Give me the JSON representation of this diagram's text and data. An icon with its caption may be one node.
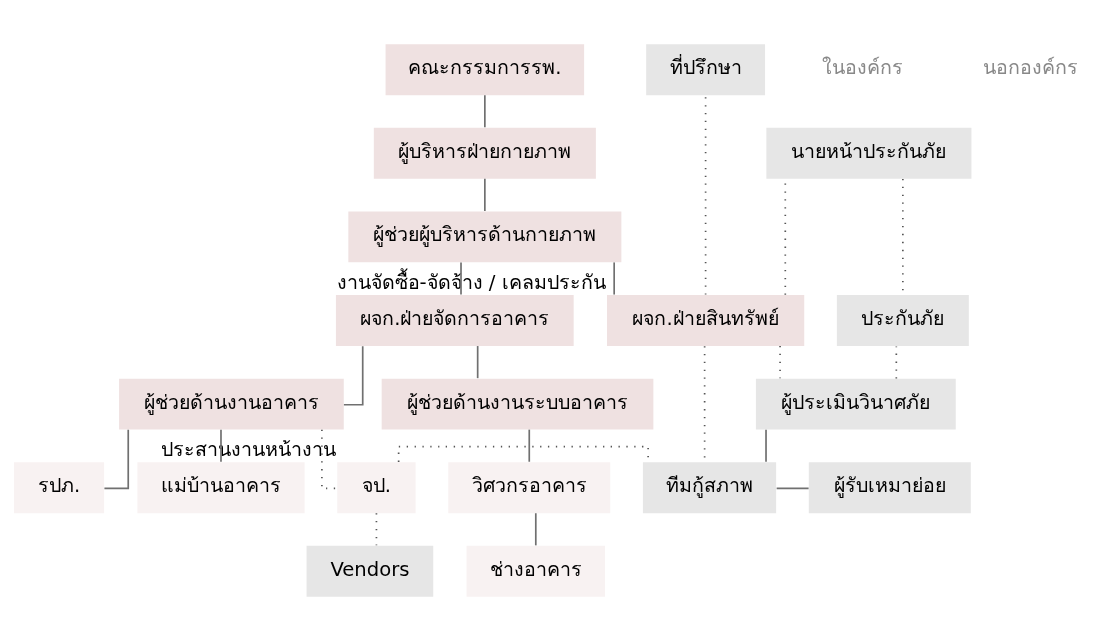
{
  "diagram": {
    "nodes": [
      {
        "text": [
          "คณะกรรมการรพ."
        ]
      },
      {
        "text": [
          "ผู้บริหารฝ่ายกายภาพ"
        ]
      },
      {
        "text": [
          "ผู้ช่วยผู้บริหารด้านกายภาพ"
        ]
      },
      {
        "text": [
          "ผจก.ฝ่ายสินทรัพย์"
        ],
        "beside": [
          "งานจัดซื้อ-จัดจ้าง / เคลมประกัน"
        ]
      },
      {
        "text": [
          "ผจก.ฝ่ายจัดการอาคาร"
        ]
      },
      {
        "text": [
          "ผู้ช่วยด้านงานอาคาร"
        ]
      },
      {
        "text": [
          "ผู้ช่วยด้านงานระบบอาคาร"
        ]
      },
      {
        "text": [
          "จป."
        ],
        "beside": [
          "ประสานงานหน้างาน"
        ]
      },
      {
        "text": [
          "รปภ."
        ]
      },
      {
        "text": [
          "แม่บ้านอาคาร"
        ]
      },
      {
        "text": [
          "วิศวกรอาคาร"
        ]
      },
      {
        "text": [
          "ช่างอาคาร"
        ]
      },
      {
        "text": [
          "ที่ปรึกษา"
        ]
      },
      {
        "text": [
          "นายหน้าประกันภัย"
        ]
      },
      {
        "text": [
          "ประกันภัย"
        ]
      },
      {
        "text": [
          "ผู้ประเมินวินาศภัย"
        ]
      },
      {
        "text": [
          "ทีมกู้สภาพ"
        ]
      },
      {
        "text": [
          "ผู้รับเหมาย่อย"
        ]
      },
      {
        "text": [
          "Vendors"
        ]
      }
    ],
    "edges": [
      {
        "from": 0,
        "to": 1,
        "arrow": "none"
      },
      {
        "from": 1,
        "to": 2,
        "arrow": "none"
      },
      {
        "from": 2,
        "to": 3,
        "arrow": "none"
      },
      {
        "from": 2,
        "to": 4,
        "arrow": "none"
      },
      {
        "from": 4,
        "to": 5,
        "arrow": "none"
      },
      {
        "from": 4,
        "to": 6,
        "arrow": "none"
      },
      {
        "from": 5,
        "to": 8,
        "arrow": "none"
      },
      {
        "from": 5,
        "to": 9,
        "arrow": "none"
      },
      {
        "from": 6,
        "to": 10,
        "arrow": "none"
      },
      {
        "from": 10,
        "to": 11,
        "arrow": "none"
      },
      {
        "from": 5,
        "to": 7,
        "arrow": "none",
        "style": "dashed"
      },
      {
        "from": 3,
        "to": 12,
        "arrow": "none",
        "style": "dashed"
      },
      {
        "from": 3,
        "to": 13,
        "arrow": "none",
        "style": "dashed"
      },
      {
        "from": 3,
        "to": 15,
        "arrow": "none",
        "style": "dashed"
      },
      {
        "from": 3,
        "to": 16,
        "arrow": "none",
        "style": "dashed"
      },
      {
        "from": 7,
        "to": 16,
        "arrow": "none",
        "style": "dashed"
      },
      {
        "from": 7,
        "to": 18,
        "arrow": "none",
        "style": "dashed"
      },
      {
        "from": 13,
        "to": 14,
        "arrow": "none",
        "style": "dashed"
      },
      {
        "from": 15,
        "to": 14,
        "arrow": "none",
        "style": "dashed"
      },
      {
        "from": 15,
        "to": 16,
        "arrow": "none"
      },
      {
        "from": 16,
        "to": 17,
        "arrow": "none"
      }
    ],
    "labels": [
      "ในองค์กร",
      "นอกองค์กร"
    ]
  }
}
